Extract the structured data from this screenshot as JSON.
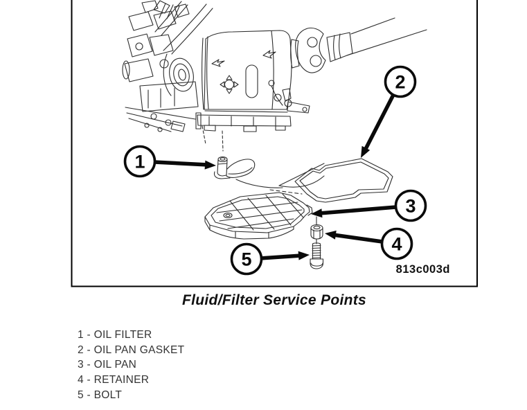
{
  "figure": {
    "caption": "Fluid/Filter Service Points",
    "code": "813c003d"
  },
  "callouts": [
    {
      "number": "1",
      "part": "OIL FILTER"
    },
    {
      "number": "2",
      "part": "OIL PAN GASKET"
    },
    {
      "number": "3",
      "part": "OIL PAN"
    },
    {
      "number": "4",
      "part": "RETAINER"
    },
    {
      "number": "5",
      "part": "BOLT"
    }
  ],
  "legend": {
    "items": [
      "1 - OIL FILTER",
      "2 - OIL PAN GASKET",
      "3 - OIL PAN",
      "4 - RETAINER",
      "5 - BOLT"
    ]
  },
  "colors": {
    "ink": "#0a0a0a",
    "sketch": "#2d2d2d",
    "background": "#ffffff"
  }
}
